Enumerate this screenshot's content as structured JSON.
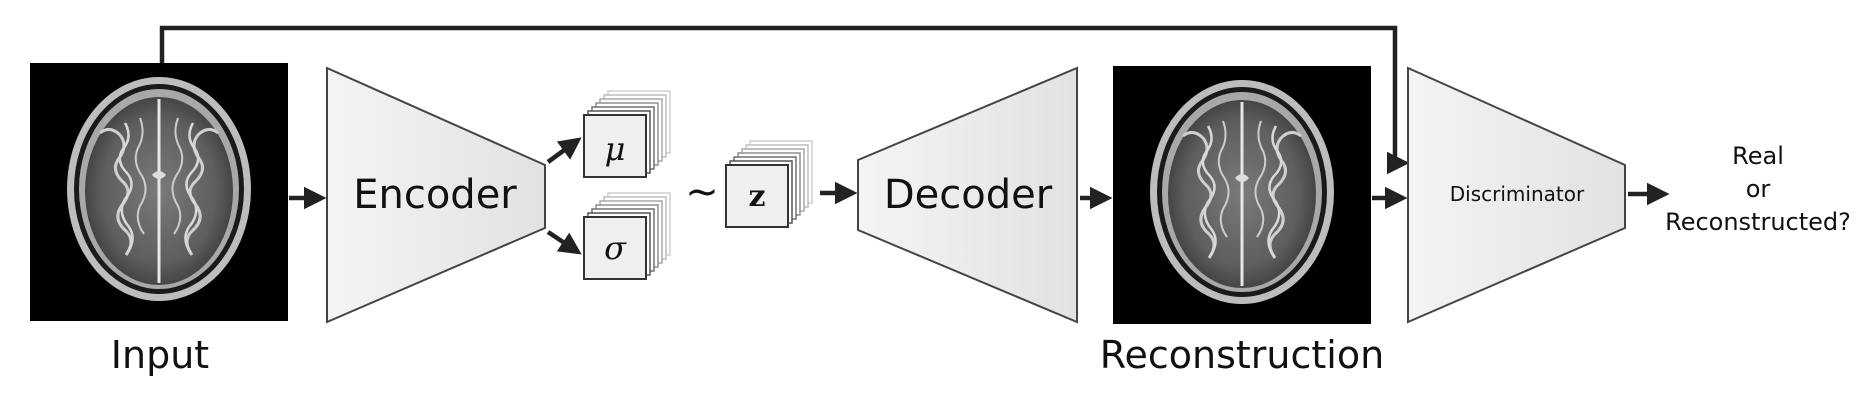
{
  "labels": {
    "input": "Input",
    "encoder": "Encoder",
    "mu": "μ",
    "sigma": "σ",
    "tilde": "~",
    "z": "z",
    "decoder": "Decoder",
    "reconstruction": "Reconstruction",
    "discriminator": "Discriminator",
    "output_line1": "Real",
    "output_line2": "or",
    "output_line3": "Reconstructed?"
  },
  "colors": {
    "block_fill": "#e9e9e9",
    "block_stroke": "#444444",
    "arrow": "#222222",
    "image_bg": "#000000"
  },
  "icons": {
    "input_image": "brain-mri-icon",
    "reconstruction_image": "brain-mri-icon"
  }
}
